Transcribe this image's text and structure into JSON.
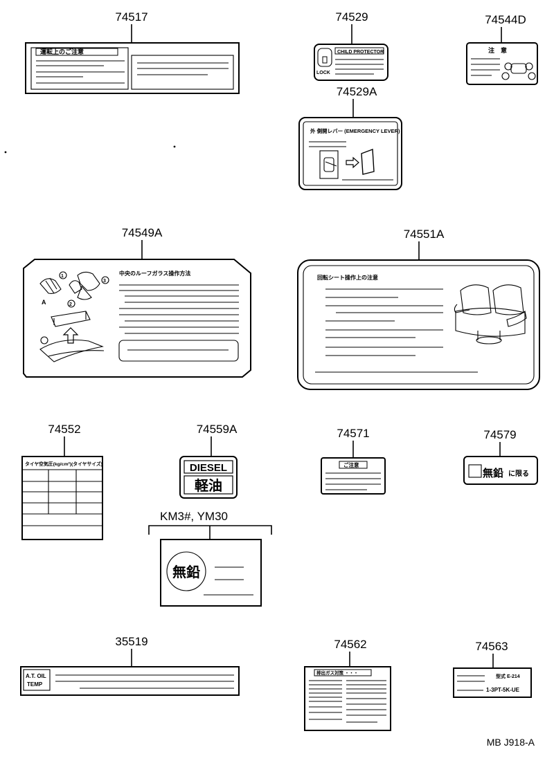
{
  "parts": {
    "p74517": "74517",
    "p74529": "74529",
    "p74544D": "74544D",
    "p74529A": "74529A",
    "p74549A": "74549A",
    "p74551A": "74551A",
    "p74552": "74552",
    "p74559A": "74559A",
    "p74571": "74571",
    "p74579": "74579",
    "p35519": "35519",
    "p74562": "74562",
    "p74563": "74563"
  },
  "group_label": "KM3#, YM30",
  "footer": "MB  J918-A",
  "labels": {
    "l74517_title": "運転上のご注意",
    "child_protector": "CHILD PROTECTOR",
    "lock": "LOCK",
    "l74544d_title": "注　意",
    "emergency_lever": "外 側開レバー (EMERGENCY LEVER)",
    "roof_glass": "中央のルーフガラス操作方法",
    "rotating_seat": "回転シート操作上の注意",
    "tire_pressure": "タイヤ空気圧(kg/cm²)(タイヤサイズ)",
    "diesel": "DIESEL",
    "keiyu": "軽油",
    "l74571_title": "ご注意",
    "muen": "無鉛",
    "muen_ni_kagiru": "に限る",
    "at_oil": "A.T. OIL",
    "temp": "TEMP",
    "l74562_title": "排出ガス対策 ・・・",
    "l74563_code": "型式 E-214",
    "l74563_engine": "1-3PT-5K-UE"
  },
  "markers": {
    "a": "A",
    "one": "1",
    "two": "2",
    "three": "3"
  }
}
